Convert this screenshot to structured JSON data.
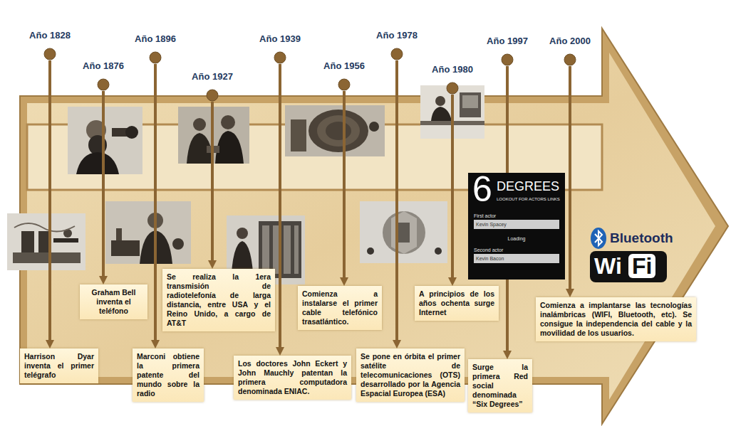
{
  "diagram": {
    "nodes": [
      {
        "text": [
          "Año 1828"
        ]
      },
      {
        "text": [
          "Harrison Dyar inventa el primer telégrafo"
        ]
      },
      {
        "text": [
          "Año 1876"
        ]
      },
      {
        "text": [
          "Graham Bell inventa el teléfono"
        ]
      },
      {
        "text": [
          "Año 1896"
        ]
      },
      {
        "text": [
          "Marconi obtiene la primera patente del mundo sobre la radio"
        ]
      },
      {
        "text": [
          "Año 1927"
        ]
      },
      {
        "text": [
          "Se realiza la 1era transmisión de radiotelefonía de larga distancia, entre USA y el Reino Unido, a cargo de AT&T"
        ]
      },
      {
        "text": [
          "Año 1939"
        ]
      },
      {
        "text": [
          "Los doctores John Eckert y John Mauchly patentan la primera computadora denominada ENIAC."
        ]
      },
      {
        "text": [
          "Año 1956"
        ]
      },
      {
        "text": [
          "Comienza a instalarse el primer cable telefónico trasatlántico."
        ]
      },
      {
        "text": [
          "Año 1978"
        ]
      },
      {
        "text": [
          "Se pone en órbita el primer satélite de telecomunicaciones (OTS) desarrollado por la Agencia Espacial Europea (ESA)"
        ]
      },
      {
        "text": [
          "Año 1980"
        ]
      },
      {
        "text": [
          "A principios de los años ochenta surge Internet"
        ]
      },
      {
        "text": [
          "Año 1997"
        ]
      },
      {
        "text": [
          "Surge la primera Red social denominada “Six Degrees”"
        ]
      },
      {
        "text": [
          "Año 2000"
        ]
      },
      {
        "text": [
          "Comienza a implantarse las tecnologías inalámbricas (WIFI, Bluetooth, etc). Se consigue la independencia del cable y la movilidad de los usuarios."
        ]
      }
    ],
    "edges": [
      {
        "from": 0,
        "to": 1,
        "arrow": "to"
      },
      {
        "from": 2,
        "to": 3,
        "arrow": "to"
      },
      {
        "from": 4,
        "to": 5,
        "arrow": "to"
      },
      {
        "from": 6,
        "to": 7,
        "arrow": "to"
      },
      {
        "from": 8,
        "to": 9,
        "arrow": "to"
      },
      {
        "from": 10,
        "to": 11,
        "arrow": "to"
      },
      {
        "from": 12,
        "to": 13,
        "arrow": "to"
      },
      {
        "from": 14,
        "to": 15,
        "arrow": "to"
      },
      {
        "from": 16,
        "to": 17,
        "arrow": "to"
      },
      {
        "from": 18,
        "to": 19,
        "arrow": "to"
      }
    ],
    "labels": [
      "6",
      "DEGREES",
      "LOOKOUT FOR ACTORS LINKS",
      "First actor",
      "Kevin Spacey",
      "Loading",
      "Second actor",
      "Kevin Bacon",
      "Bluetooth",
      "Wi",
      "Fi"
    ]
  }
}
